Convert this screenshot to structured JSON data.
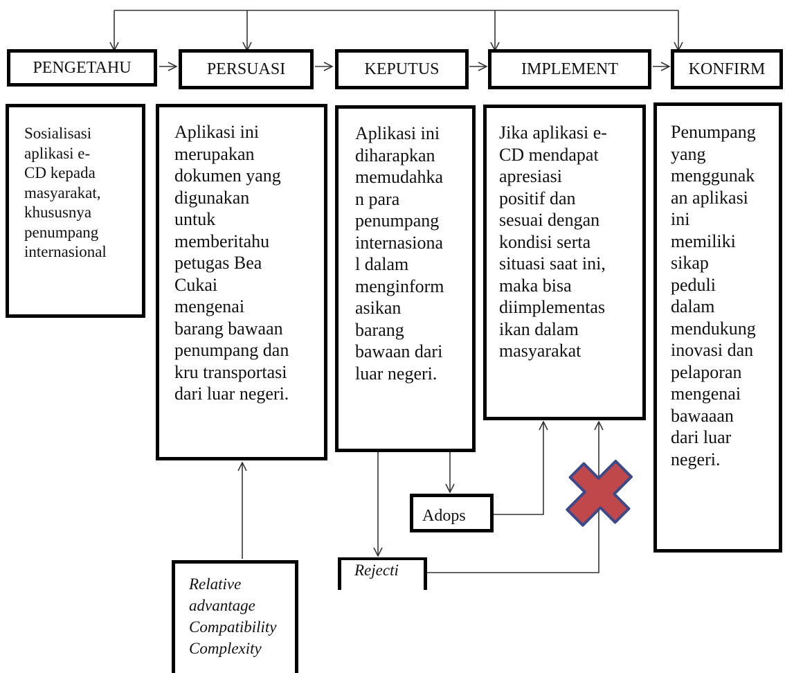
{
  "stages": [
    {
      "title": "PENGETAHU",
      "text": "Sosialisasi\naplikasi e-\nCD kepada\nmasyarakat,\nkhususnya\npenumpang\ninternasional"
    },
    {
      "title": "PERSUASI",
      "text": "Aplikasi ini\nmerupakan\ndokumen yang\ndigunakan\nuntuk\nmemberitahu\npetugas Bea\nCukai\nmengenai\nbarang bawaan\npenumpang dan\nkru transportasi\ndari luar negeri."
    },
    {
      "title": "KEPUTUS",
      "text": "Aplikasi ini\ndiharapkan\nmemudahka\nn para\npenumpang\ninternasiona\nl dalam\nmenginform\nasikan\nbarang\nbawaan dari\nluar negeri."
    },
    {
      "title": "IMPLEMENT",
      "text": "Jika aplikasi e-\nCD mendapat\napresiasi\npositif dan\nsesuai dengan\nkondisi serta\nsituasi saat ini,\nmaka bisa\ndiimplementas\nikan dalam\nmasyarakat"
    },
    {
      "title": "KONFIRM",
      "text": "Penumpang\nyang\nmenggunak\nan aplikasi\nini\nmemiliki\nsikap\npeduli\ndalam\nmendukung\ninovasi dan\npelaporan\nmengenai\nbawaaan\ndari luar\nnegeri."
    }
  ],
  "outcomes": {
    "adopt": "Adops",
    "reject": "Rejecti"
  },
  "factors": {
    "lines": [
      "Relative",
      "advantage",
      "Compatibility",
      "Complexity"
    ]
  },
  "colors": {
    "line": "#333333",
    "border": "#000000",
    "cross_fill": "#c0484b",
    "cross_stroke": "#3b4a8a"
  }
}
